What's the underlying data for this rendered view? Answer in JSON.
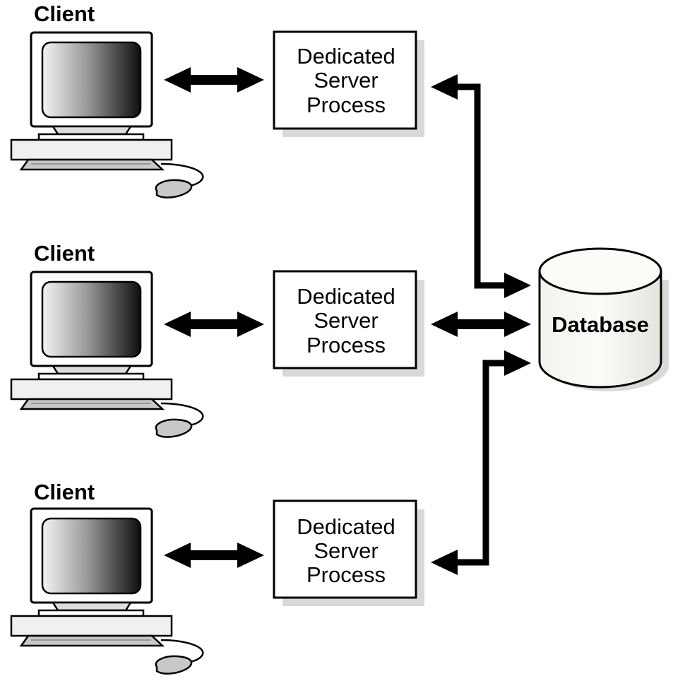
{
  "clients": [
    {
      "label": "Client"
    },
    {
      "label": "Client"
    },
    {
      "label": "Client"
    }
  ],
  "server_processes": [
    {
      "lines": [
        "Dedicated",
        "Server",
        "Process"
      ]
    },
    {
      "lines": [
        "Dedicated",
        "Server",
        "Process"
      ]
    },
    {
      "lines": [
        "Dedicated",
        "Server",
        "Process"
      ]
    }
  ],
  "database": {
    "label": "Database"
  },
  "colors": {
    "stroke": "#000000",
    "shadow": "#d9d9d9",
    "screen_dark": "#111111",
    "screen_light": "#f2f2f2",
    "device_gray": "#c8c8c8",
    "db_fill": "#f7f7f2"
  }
}
